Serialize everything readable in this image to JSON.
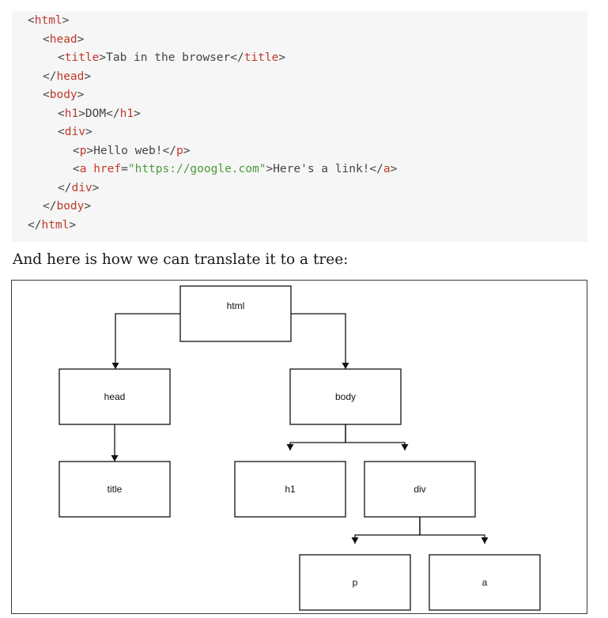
{
  "code": {
    "lines": [
      {
        "indent": 0,
        "parts": [
          {
            "t": "<",
            "c": "punct"
          },
          {
            "t": "html",
            "c": "tag"
          },
          {
            "t": ">",
            "c": "punct"
          }
        ]
      },
      {
        "indent": 1,
        "parts": [
          {
            "t": "<",
            "c": "punct"
          },
          {
            "t": "head",
            "c": "tag"
          },
          {
            "t": ">",
            "c": "punct"
          }
        ]
      },
      {
        "indent": 2,
        "parts": [
          {
            "t": "<",
            "c": "punct"
          },
          {
            "t": "title",
            "c": "tag"
          },
          {
            "t": ">Tab in the browser</",
            "c": "punct"
          },
          {
            "t": "title",
            "c": "tag"
          },
          {
            "t": ">",
            "c": "punct"
          }
        ]
      },
      {
        "indent": 1,
        "parts": [
          {
            "t": "</",
            "c": "punct"
          },
          {
            "t": "head",
            "c": "tag"
          },
          {
            "t": ">",
            "c": "punct"
          }
        ]
      },
      {
        "indent": 1,
        "parts": [
          {
            "t": "<",
            "c": "punct"
          },
          {
            "t": "body",
            "c": "tag"
          },
          {
            "t": ">",
            "c": "punct"
          }
        ]
      },
      {
        "indent": 2,
        "parts": [
          {
            "t": "<",
            "c": "punct"
          },
          {
            "t": "h1",
            "c": "tag"
          },
          {
            "t": ">DOM</",
            "c": "punct"
          },
          {
            "t": "h1",
            "c": "tag"
          },
          {
            "t": ">",
            "c": "punct"
          }
        ]
      },
      {
        "indent": 2,
        "parts": [
          {
            "t": "<",
            "c": "punct"
          },
          {
            "t": "div",
            "c": "tag"
          },
          {
            "t": ">",
            "c": "punct"
          }
        ]
      },
      {
        "indent": 3,
        "parts": [
          {
            "t": "<",
            "c": "punct"
          },
          {
            "t": "p",
            "c": "tag"
          },
          {
            "t": ">Hello web!</",
            "c": "punct"
          },
          {
            "t": "p",
            "c": "tag"
          },
          {
            "t": ">",
            "c": "punct"
          }
        ]
      },
      {
        "indent": 3,
        "parts": [
          {
            "t": "<",
            "c": "punct"
          },
          {
            "t": "a ",
            "c": "tag"
          },
          {
            "t": "href",
            "c": "attr"
          },
          {
            "t": "=",
            "c": "punct"
          },
          {
            "t": "\"https://google.com\"",
            "c": "str"
          },
          {
            "t": ">Here's a link!</",
            "c": "punct"
          },
          {
            "t": "a",
            "c": "tag"
          },
          {
            "t": ">",
            "c": "punct"
          }
        ]
      },
      {
        "indent": 2,
        "parts": [
          {
            "t": "</",
            "c": "punct"
          },
          {
            "t": "div",
            "c": "tag"
          },
          {
            "t": ">",
            "c": "punct"
          }
        ]
      },
      {
        "indent": 1,
        "parts": [
          {
            "t": "</",
            "c": "punct"
          },
          {
            "t": "body",
            "c": "tag"
          },
          {
            "t": ">",
            "c": "punct"
          }
        ]
      },
      {
        "indent": 0,
        "parts": [
          {
            "t": "</",
            "c": "punct"
          },
          {
            "t": "html",
            "c": "tag"
          },
          {
            "t": ">",
            "c": "punct"
          }
        ]
      }
    ]
  },
  "prose": "And here is how we can translate it to a tree:",
  "tree": {
    "nodes": [
      {
        "id": "html",
        "label": "html"
      },
      {
        "id": "head",
        "label": "head"
      },
      {
        "id": "body",
        "label": "body"
      },
      {
        "id": "title",
        "label": "title"
      },
      {
        "id": "h1",
        "label": "h1"
      },
      {
        "id": "div",
        "label": "div"
      },
      {
        "id": "p",
        "label": "p"
      },
      {
        "id": "a",
        "label": "a"
      }
    ],
    "edges": [
      {
        "from": "html",
        "to": "head"
      },
      {
        "from": "html",
        "to": "body"
      },
      {
        "from": "head",
        "to": "title"
      },
      {
        "from": "body",
        "to": "h1"
      },
      {
        "from": "body",
        "to": "div"
      },
      {
        "from": "div",
        "to": "p"
      },
      {
        "from": "div",
        "to": "a"
      }
    ]
  },
  "colors": {
    "tag": "#c0392b",
    "string": "#4a9a3a",
    "code_background": "#f6f6f6"
  }
}
